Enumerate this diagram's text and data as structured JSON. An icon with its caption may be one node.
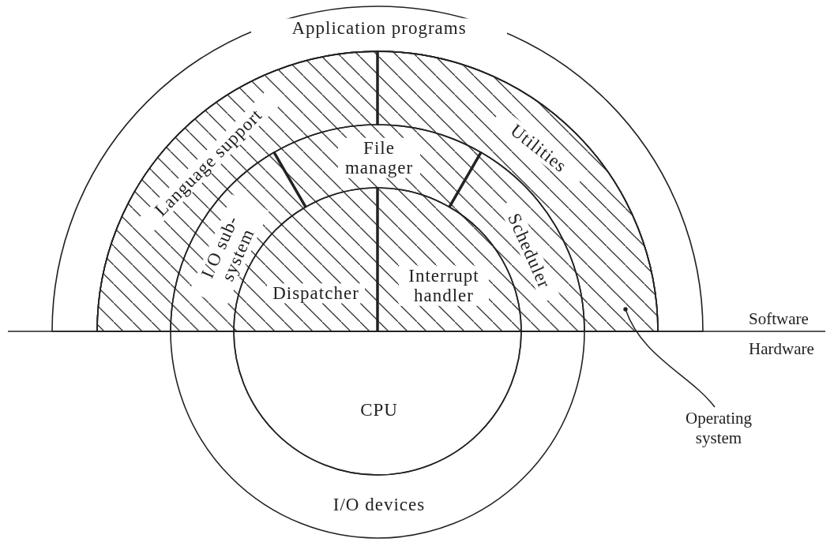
{
  "diagram": {
    "nodes": [
      {
        "text": [
          "Application programs"
        ]
      },
      {
        "text": [
          "Language support"
        ],
        "in": 11
      },
      {
        "text": [
          "Utilities"
        ],
        "in": 11
      },
      {
        "text": [
          "I/O sub-system"
        ],
        "in": 11
      },
      {
        "text": [
          "File manager"
        ],
        "in": 11
      },
      {
        "text": [
          "Scheduler"
        ],
        "in": 11
      },
      {
        "text": [
          "Dispatcher"
        ],
        "in": 11
      },
      {
        "text": [
          "Interrupt handler"
        ],
        "in": 11
      },
      {
        "text": [
          "CPU"
        ]
      },
      {
        "text": [
          "I/O devices"
        ]
      },
      {
        "text": [
          "Operating system"
        ]
      },
      {
        "text": [],
        "shape": "band"
      }
    ],
    "edges": [
      {
        "from": 10,
        "to": 11,
        "arrow": "other"
      }
    ],
    "labels": [
      "Software",
      "Hardware"
    ]
  }
}
